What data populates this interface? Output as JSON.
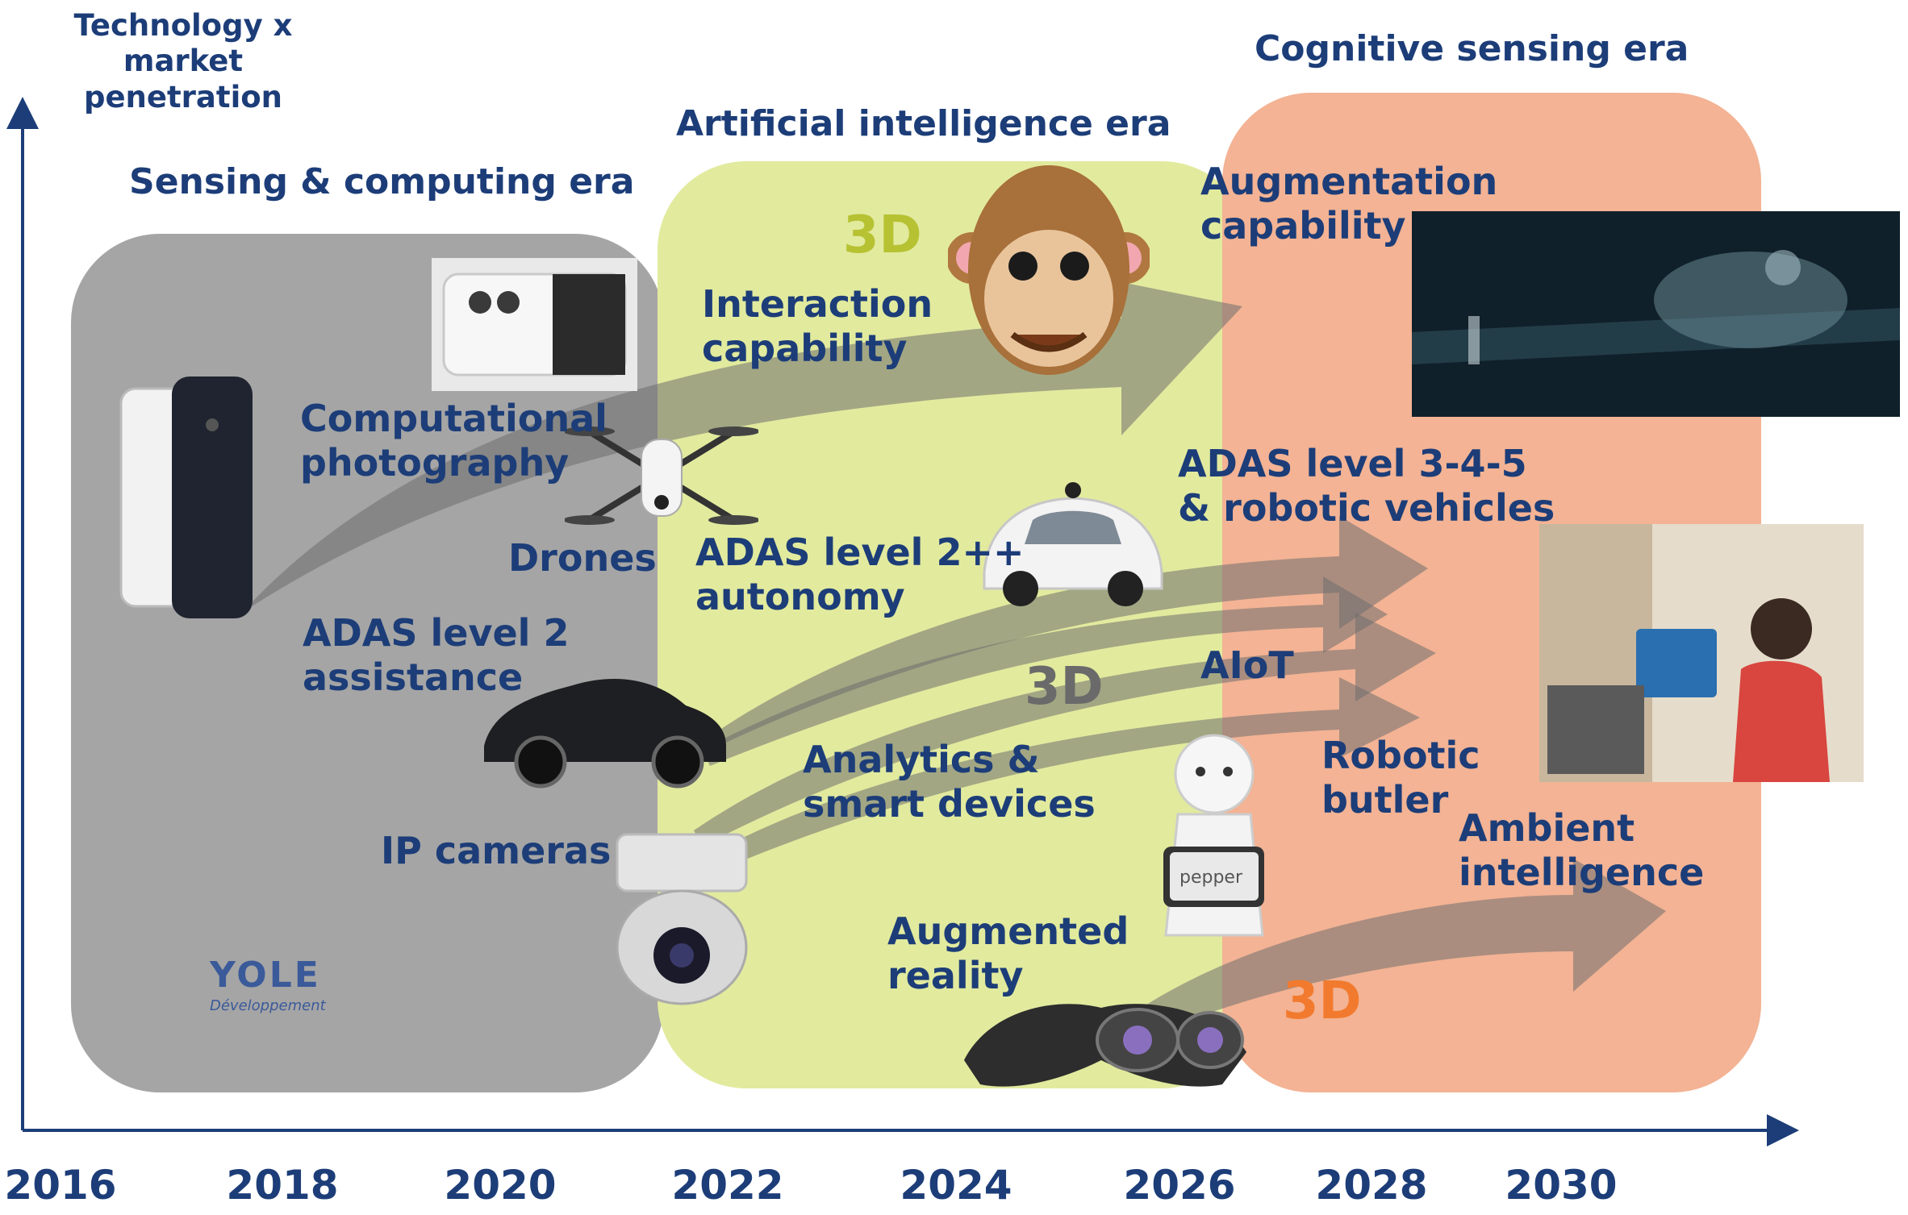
{
  "axis": {
    "y_label": "Technology x market\npenetration",
    "x_ticks": [
      "2016",
      "2018",
      "2020",
      "2022",
      "2024",
      "2026",
      "2028",
      "2030"
    ]
  },
  "eras": {
    "sensing": {
      "title": "Sensing & computing era",
      "color": "#a5a5a5"
    },
    "ai": {
      "title": "Artificial intelligence era",
      "color": "#e2ea9e"
    },
    "cognitive": {
      "title": "Cognitive sensing era",
      "color": "#f3b394"
    }
  },
  "labels": {
    "computational_photography": "Computational\nphotography",
    "drones": "Drones",
    "adas_l2": "ADAS level 2\nassistance",
    "ip_cameras": "IP cameras",
    "interaction": "Interaction\ncapability",
    "adas_l2pp": "ADAS level 2++\nautonomy",
    "analytics": "Analytics &\nsmart devices",
    "augmented_reality": "Augmented\nreality",
    "augmentation": "Augmentation\ncapability",
    "adas_l345": "ADAS level 3-4-5\n& robotic vehicles",
    "aiot": "AIoT",
    "robotic_butler": "Robotic\nbutler",
    "ambient": "Ambient\nintelligence"
  },
  "tags_3d": {
    "a": "3D",
    "b": "3D",
    "c": "3D"
  },
  "logo": {
    "main": "YOLE",
    "sub": "Développement"
  },
  "robot_screen": "pepper",
  "colors": {
    "text": "#1c3d78",
    "arrow": "#7a7a7a",
    "tag_green": "#b6c232",
    "tag_gray": "#6a6a6a",
    "tag_orange": "#f27a2e"
  }
}
